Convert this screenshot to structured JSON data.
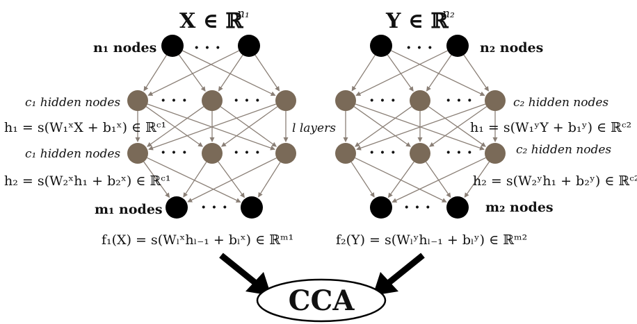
{
  "left_net": {
    "title": "X ∈ ℝ",
    "title_sup": "n₁",
    "input_label": "n₁ nodes",
    "hidden_label_1": "c₁ hidden nodes",
    "hidden_label_2": "c₁ hidden nodes",
    "layers_label": "l layers",
    "output_label": "m₁ nodes",
    "eq_h1": "h₁ = s(W₁ˣX + b₁ˣ) ∈ ℝᶜ¹",
    "eq_h2": "h₂ = s(W₂ˣh₁ + b₂ˣ) ∈ ℝᶜ¹",
    "eq_f": "f₁(X) = s(Wₗˣhₗ₋₁ + bₗˣ) ∈ ℝᵐ¹"
  },
  "right_net": {
    "title": "Y ∈ ℝ",
    "title_sup": "n₂",
    "input_label": "n₂ nodes",
    "hidden_label_1": "c₂ hidden nodes",
    "hidden_label_2": "c₂ hidden nodes",
    "output_label": "m₂ nodes",
    "eq_h1": "h₁ = s(W₁ʸY + b₁ʸ) ∈ ℝᶜ²",
    "eq_h2": "h₂ = s(W₂ʸh₁ + b₂ʸ) ∈ ℝᶜ²",
    "eq_f": "f₂(Y) = s(Wₗʸhₗ₋₁ + bₗʸ) ∈ ℝᵐ²"
  },
  "ellipsis": "· · ·",
  "center_label": "CCA",
  "colors": {
    "input_node": "#000000",
    "hidden_node": "#7a6a58",
    "edge": "#8a7f76",
    "arrow": "#000000"
  }
}
